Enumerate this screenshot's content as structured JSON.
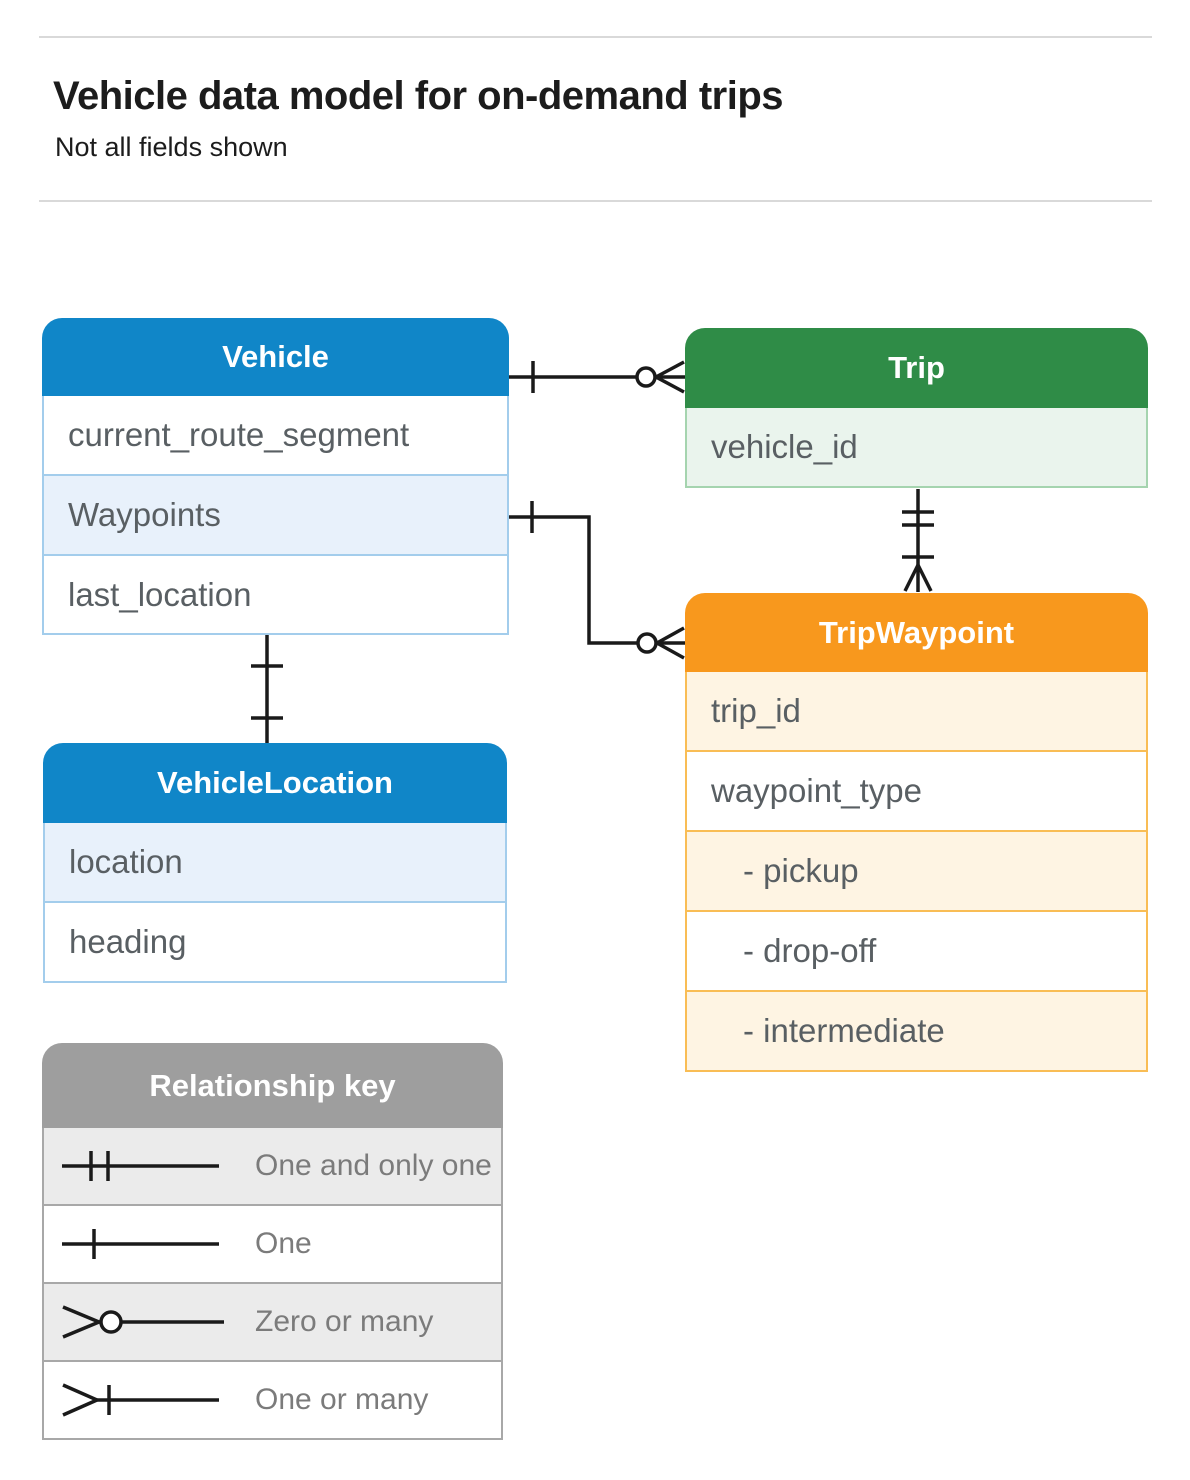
{
  "header": {
    "title": "Vehicle data model for on-demand trips",
    "subtitle": "Not all fields shown"
  },
  "entities": [
    {
      "title": "Vehicle",
      "fields": [
        {
          "label": "current_route_segment"
        },
        {
          "label": "Waypoints"
        },
        {
          "label": "last_location"
        }
      ]
    },
    {
      "title": "Trip",
      "fields": [
        {
          "label": "vehicle_id"
        }
      ]
    },
    {
      "title": "TripWaypoint",
      "fields": [
        {
          "label": "trip_id"
        },
        {
          "label": "waypoint_type"
        },
        {
          "label": "- pickup"
        },
        {
          "label": "- drop-off"
        },
        {
          "label": "- intermediate"
        }
      ]
    },
    {
      "title": "VehicleLocation",
      "fields": [
        {
          "label": "location"
        },
        {
          "label": "heading"
        }
      ]
    }
  ],
  "legend": {
    "title": "Relationship key",
    "items": [
      {
        "label": "One and only one",
        "symbol": "one-and-only-one"
      },
      {
        "label": "One",
        "symbol": "one"
      },
      {
        "label": "Zero or many",
        "symbol": "zero-or-many"
      },
      {
        "label": "One or many",
        "symbol": "one-or-many"
      }
    ]
  },
  "relationships": [
    {
      "from": "Vehicle",
      "to": "Trip",
      "from_end": "one",
      "to_end": "zero-or-many"
    },
    {
      "from": "Vehicle.Waypoints",
      "to": "TripWaypoint",
      "from_end": "one",
      "to_end": "zero-or-many"
    },
    {
      "from": "Trip",
      "to": "TripWaypoint",
      "from_end": "one-and-only-one",
      "to_end": "one-or-many"
    },
    {
      "from": "Vehicle",
      "to": "VehicleLocation",
      "from_end": "one",
      "to_end": "one"
    }
  ],
  "colors": {
    "blue_header": "#1086c8",
    "blue_tint": "#e8f1fb",
    "green_header": "#2f8c47",
    "green_tint": "#eaf4ed",
    "orange_header": "#f8981d",
    "orange_tint": "#fef4e3",
    "gray_header": "#9e9e9e",
    "gray_tint": "#ebebeb",
    "field_text": "#595f63",
    "line": "#1a1a1a"
  }
}
